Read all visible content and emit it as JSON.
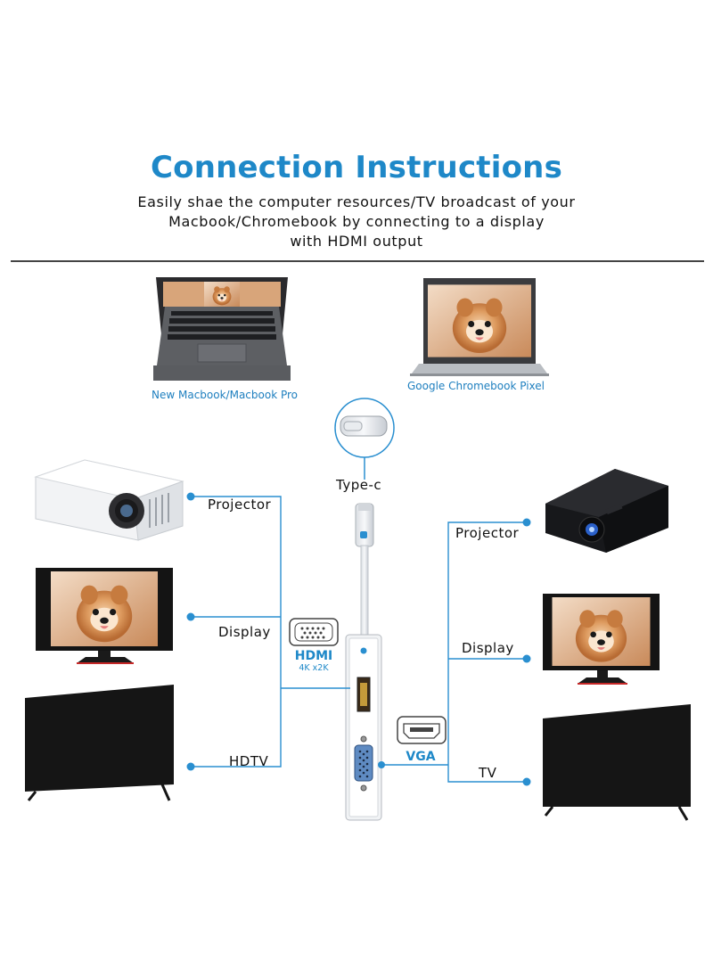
{
  "header": {
    "title": "Connection Instructions",
    "subtitle_lines": [
      "Easily shae the computer resources/TV broadcast of your",
      "Macbook/Chromebook by connecting to a display",
      "with HDMI output"
    ]
  },
  "devices_top": {
    "macbook_caption": "New Macbook/Macbook Pro",
    "chromebook_caption": "Google Chromebook Pixel"
  },
  "cable": {
    "connector_label": "Type-c"
  },
  "hdmi_side": {
    "port_label": "HDMI",
    "resolution_label": "4K x2K",
    "outputs": [
      "Projector",
      "Display",
      "HDTV"
    ]
  },
  "vga_side": {
    "port_label": "VGA",
    "outputs": [
      "Projector",
      "Display",
      "TV"
    ]
  },
  "colors": {
    "accent": "#1e88c8",
    "line": "#2a8fd0"
  }
}
